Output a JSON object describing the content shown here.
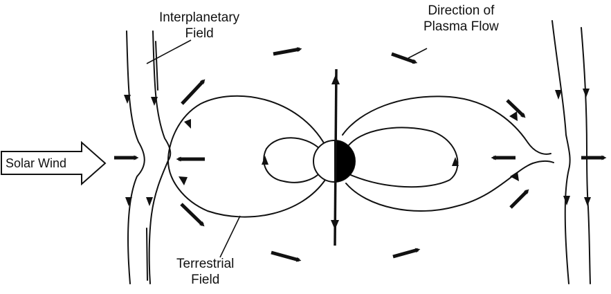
{
  "labels": {
    "interplanetary_line1": "Interplanetary",
    "interplanetary_line2": "Field",
    "direction_line1": "Direction of",
    "direction_line2": "Plasma Flow",
    "solar_wind": "Solar Wind",
    "terrestrial_line1": "Terrestrial",
    "terrestrial_line2": "Field"
  },
  "colors": {
    "ink": "#111111",
    "background": "#ffffff",
    "planet_night_side": "#000000",
    "planet_day_side": "#ffffff"
  }
}
